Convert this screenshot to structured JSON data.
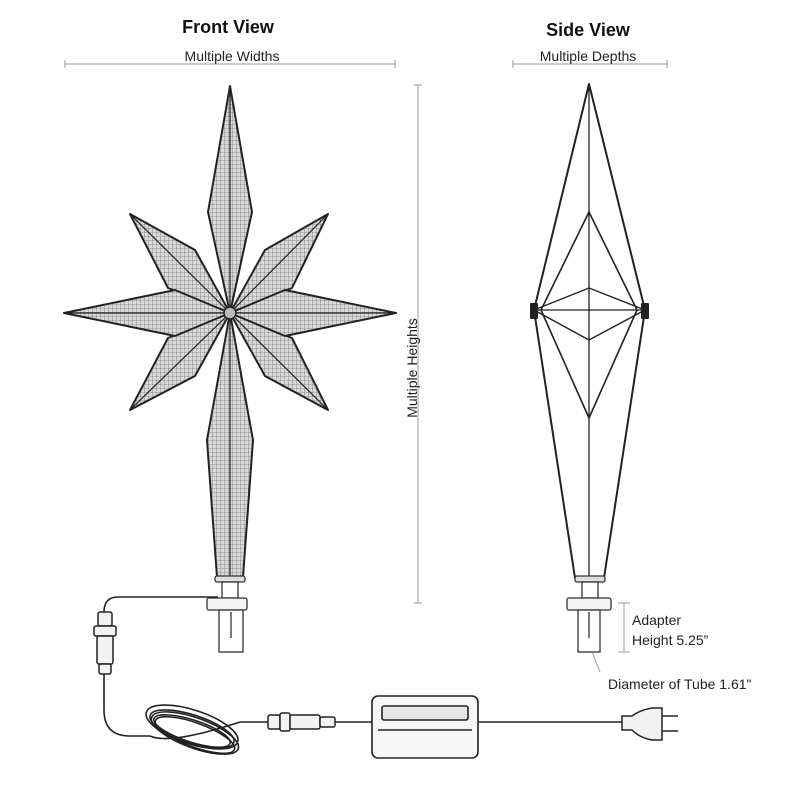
{
  "front_view": {
    "title": "Front View",
    "width_label": "Multiple Widths",
    "height_label": "Multiple Heights"
  },
  "side_view": {
    "title": "Side View",
    "depth_label": "Multiple Depths"
  },
  "adapter": {
    "height_line1": "Adapter",
    "height_line2": "Height 5.25”",
    "tube_diameter": "Diameter of Tube 1.61\""
  }
}
